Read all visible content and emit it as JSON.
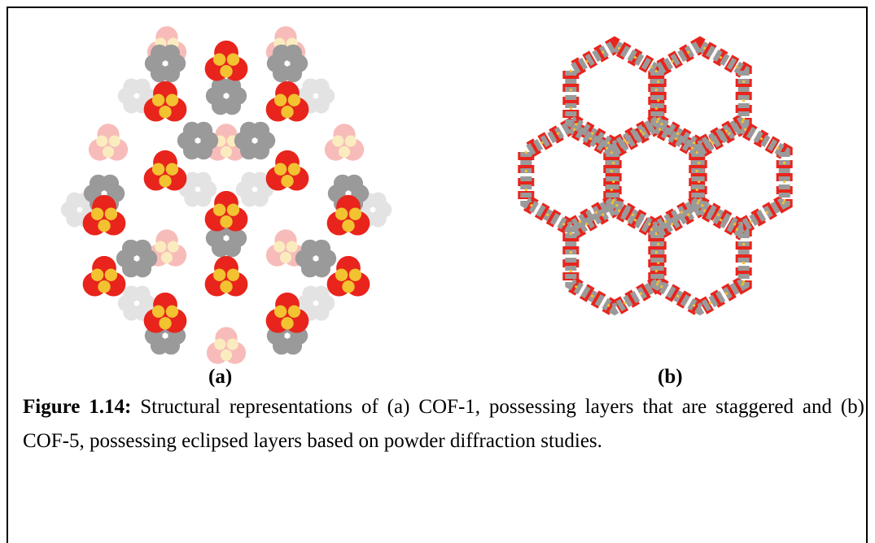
{
  "figure": {
    "panel_a_label": "(a)",
    "panel_b_label": "(b)",
    "caption_label": "Figure 1.14:",
    "caption_text": " Structural representations of (a) COF-1, possessing layers that are staggered and (b) COF-5, possessing eclipsed layers based on powder diffraction studies.",
    "colors": {
      "oxygen": "#e8241c",
      "boron": "#f2c230",
      "carbon": "#9a9a9a",
      "carbon_light": "#d8d8d8"
    }
  }
}
